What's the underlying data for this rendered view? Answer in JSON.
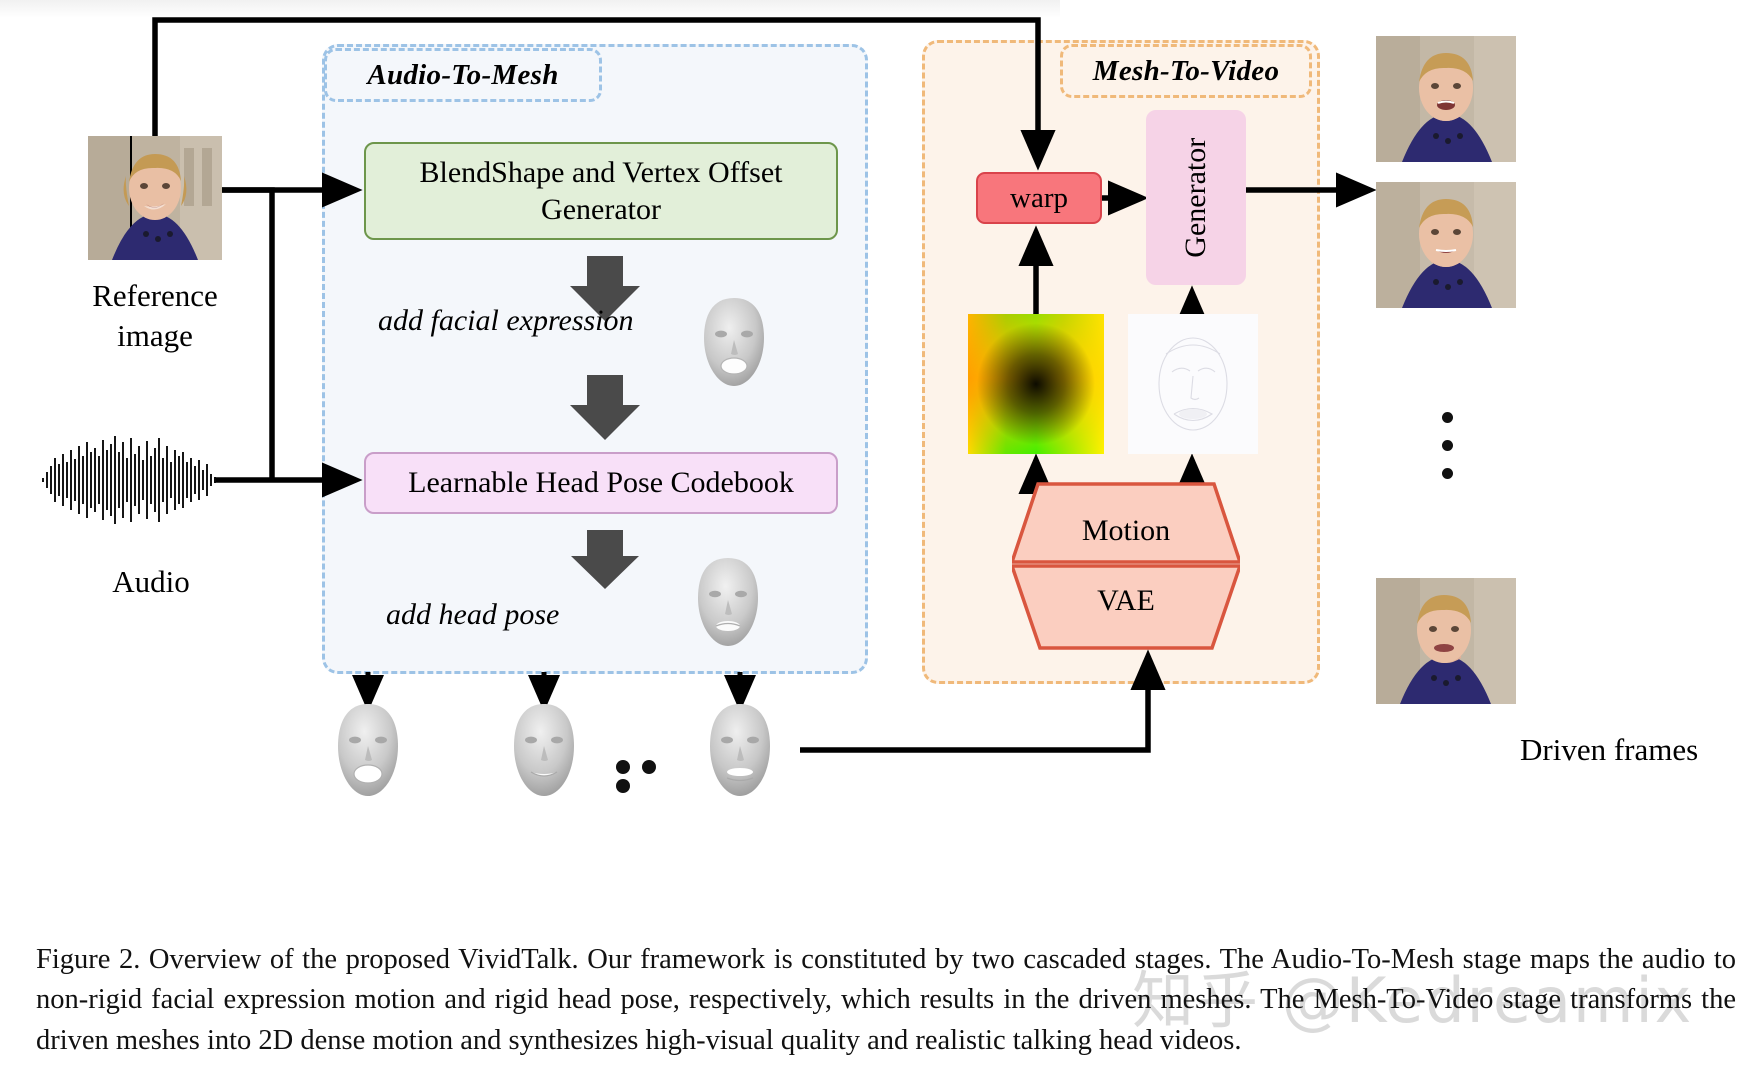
{
  "figure": {
    "caption": "Figure 2. Overview of the proposed VividTalk. Our framework is constituted by two cascaded stages. The Audio-To-Mesh stage maps the audio to non-rigid facial expression motion and rigid head pose, respectively, which results in the driven meshes. The Mesh-To-Video stage transforms the driven meshes into 2D dense motion and synthesizes high-visual quality and realistic talking head videos.",
    "watermark": "知乎 @Kedreamix"
  },
  "stages": {
    "audio_to_mesh": {
      "title": "Audio-To-Mesh",
      "boxes": {
        "blendshape": "BlendShape and Vertex Offset Generator",
        "codebook": "Learnable Head Pose Codebook"
      },
      "annotations": {
        "expression": "add facial expression",
        "pose": "add head pose"
      },
      "colors": {
        "border": "#9dc3e6",
        "fill": "#f4f7fb",
        "blendshape_fill": "#e2efd9",
        "blendshape_border": "#6d964b",
        "codebook_fill": "#f8e0f8",
        "codebook_border": "#c99ec9"
      }
    },
    "mesh_to_video": {
      "title": "Mesh-To-Video",
      "boxes": {
        "warp": "warp",
        "generator": "Generator",
        "vae_top": "Motion",
        "vae_bottom": "VAE"
      },
      "colors": {
        "border": "#f0b97a",
        "fill": "#fdf3ea",
        "warp_fill": "#f8767c",
        "warp_border": "#d9434b",
        "generator_fill": "#f6d3e7",
        "vae_fill": "#fbcec0",
        "vae_border": "#d9563f"
      }
    }
  },
  "inputs": {
    "reference_image_label": "Reference image",
    "audio_label": "Audio"
  },
  "outputs": {
    "driven_frames_label": "Driven frames"
  },
  "icons": {
    "reference_photo": "portrait-photo-icon",
    "audio_waveform": "audio-waveform-icon",
    "face_mesh": "face-mesh-icon",
    "dense_motion": "dense-motion-field-icon",
    "occlusion_map": "occlusion-map-icon",
    "ellipsis": "ellipsis-icon"
  }
}
